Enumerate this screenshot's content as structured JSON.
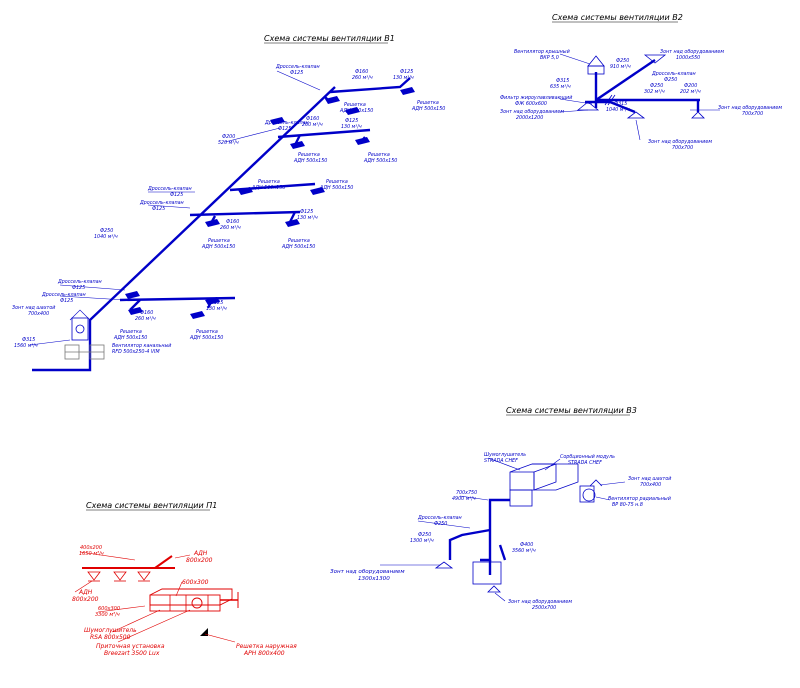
{
  "diagram": {
    "b1": {
      "title": "Схема системы вентиляции В1",
      "labels": {
        "dr_top": "Дроссель-клапан",
        "dr_top_d": "Ф125",
        "f160_a": "Ф160",
        "q260_a": "260 м³/ч",
        "f125_a": "Ф125",
        "q130_a": "130 м³/ч",
        "gr_a1": "Решетка",
        "gr_a1s": "АДН 500х150",
        "gr_a2": "Решетка",
        "gr_a2s": "АДН 500х150",
        "dr_2": "Дроссель-клапан",
        "dr_2_d": "Ф125",
        "f200": "Ф200",
        "q520": "520 м³/ч",
        "f160_b": "Ф160",
        "q260_b": "260 м³/ч",
        "f125_b": "Ф125",
        "q130_b": "130 м³/ч",
        "gr_b1": "Решетка",
        "gr_b1s": "АДН 500х150",
        "gr_b2": "Решетка",
        "gr_b2s": "АДН 500х150",
        "gr_c1": "Решетка",
        "gr_c1s": "АДН 500х150",
        "gr_c2": "Решетка",
        "gr_c2s": "АДН 500х150",
        "dr_3": "Дроссель-клапан",
        "dr_3_d": "Ф125",
        "dr_4": "Дроссель-клапан",
        "dr_4_d": "Ф125",
        "f250": "Ф250",
        "q1040": "1040 м³/ч",
        "f160_c": "Ф160",
        "q260_c": "260 м³/ч",
        "f125_c": "Ф125",
        "q130_c": "130 м³/ч",
        "gr_d1": "Решетка",
        "gr_d1s": "АДН 500х150",
        "gr_d2": "Решетка",
        "gr_d2s": "АДН 500х150",
        "dr_5": "Дроссель-клапан",
        "dr_5_d": "Ф125",
        "dr_6": "Дроссель-клапан",
        "dr_6_d": "Ф125",
        "umbrella": "Зонт над шахтой",
        "umbrella_s": "700х400",
        "f160_d": "Ф160",
        "q260_d": "260 м³/ч",
        "f125_d": "Ф125",
        "q130_d": "130 м³/ч",
        "gr_e1": "Решетка",
        "gr_e1s": "АДН 500х150",
        "gr_e2": "Решетка",
        "gr_e2s": "АДН 500х150",
        "f315": "Ф315",
        "q1560": "1560 м³/ч",
        "fan": "Вентилятор канальный",
        "fan_s": "RFD 500х250-4 VIM"
      }
    },
    "b2": {
      "title": "Схема системы вентиляции В2",
      "labels": {
        "fan": "Вентилятор крышный",
        "fan_s": "ВКР 5,0",
        "f250_a": "Ф250",
        "q910": "910 м³/ч",
        "umb_top": "Зонт над оборудованием",
        "umb_top_s": "1000х550",
        "f315_a": "Ф315",
        "q635": "635 м³/ч",
        "dr": "Дроссель-клапан",
        "dr_d": "Ф250",
        "filter": "Фильтр жироулавливающий",
        "filter_s": "ФЖ 600х600",
        "f250_b": "Ф250",
        "q302": "302 м³/ч",
        "f200": "Ф200",
        "q202": "202 м³/ч",
        "f315_b": "Ф315",
        "q1040": "1040 м³/ч",
        "umb_l": "Зонт над оборудованием",
        "umb_l_s": "2000х1200",
        "umb_r": "Зонт над оборудованием",
        "umb_r_s": "700х700",
        "umb_b": "Зонт над оборудованием",
        "umb_b_s": "700х700"
      }
    },
    "b3": {
      "title": "Схема системы вентиляции В3",
      "labels": {
        "muffler": "Шумоглушитель",
        "muffler_s": "STRADA CHEF",
        "filter": "Сорбционный модуль",
        "filter_s": "STRADA CHEF",
        "umb_shaft": "Зонт над шахтой",
        "umb_shaft_s": "700х400",
        "rect": "700х750",
        "q4900": "4900 м³/ч",
        "fan": "Вентилятор радиальный",
        "fan_s": "ВР 80-75 н.8",
        "dr": "Дроссель-клапан",
        "dr_d": "Ф250",
        "f250": "Ф250",
        "q1300": "1300 м³/ч",
        "f400": "Ф400",
        "q3560": "3560 м³/ч",
        "umb_l": "Зонт над оборудованием",
        "umb_l_s": "1300х1300",
        "umb_b": "Зонт над оборудованием",
        "umb_b_s": "2500х700"
      }
    },
    "p1": {
      "title": "Схема системы вентиляции П1",
      "labels": {
        "d1": "400х200",
        "q1": "1650 м³/ч",
        "adn_r": "АДН",
        "adn_r_s": "800х200",
        "adn_l": "АДН",
        "adn_l_s": "800х200",
        "d2": "600х300",
        "d3": "600х300",
        "q3": "3300 м³/ч",
        "muffler": "Шумоглушитель",
        "muffler_s": "RSA 800х500",
        "unit": "Приточная установка",
        "unit_s": "Breezart 3500 Lux",
        "grille": "Решетка наружная",
        "grille_s": "АРН 800х400"
      }
    }
  }
}
